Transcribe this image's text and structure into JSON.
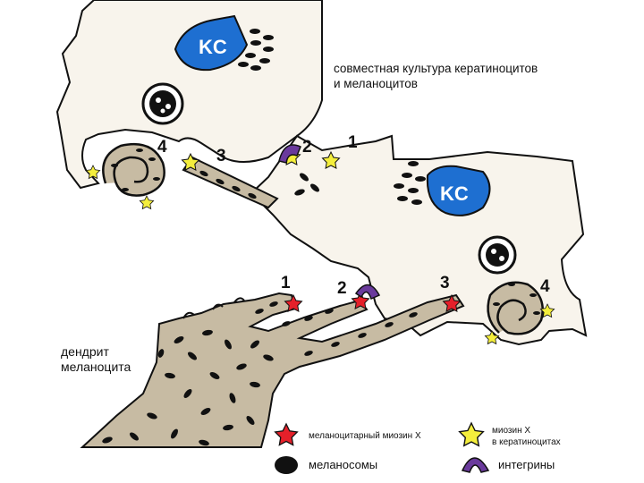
{
  "labels": {
    "coculture_line1": "совместная культура кератиноцитов",
    "coculture_line2": "и меланоцитов",
    "dendrite_line1": "дендрит",
    "dendrite_line2": "меланоцита",
    "kc_upper": "KC",
    "kc_lower": "KC"
  },
  "numbers": {
    "upper_1": "1",
    "upper_2": "2",
    "upper_3": "3",
    "upper_4": "4",
    "lower_1": "1",
    "lower_2": "2",
    "lower_3": "3",
    "lower_4": "4"
  },
  "legend": {
    "myosin_melanocyte": "меланоцитарный миозин X",
    "myosin_keratinocyte_line1": "миозин X",
    "myosin_keratinocyte_line2": "в кератиноцитах",
    "melanosomes": "меланосомы",
    "integrins": "интегрины"
  },
  "colors": {
    "cell_fill": "#f8f4ec",
    "dendrite_fill": "#c7bba3",
    "nucleus_blue": "#1e6fd1",
    "red_star": "#e5202a",
    "yellow_star": "#f4ee3c",
    "integrin_purple": "#6a3a9c",
    "melanosome": "#111111"
  }
}
